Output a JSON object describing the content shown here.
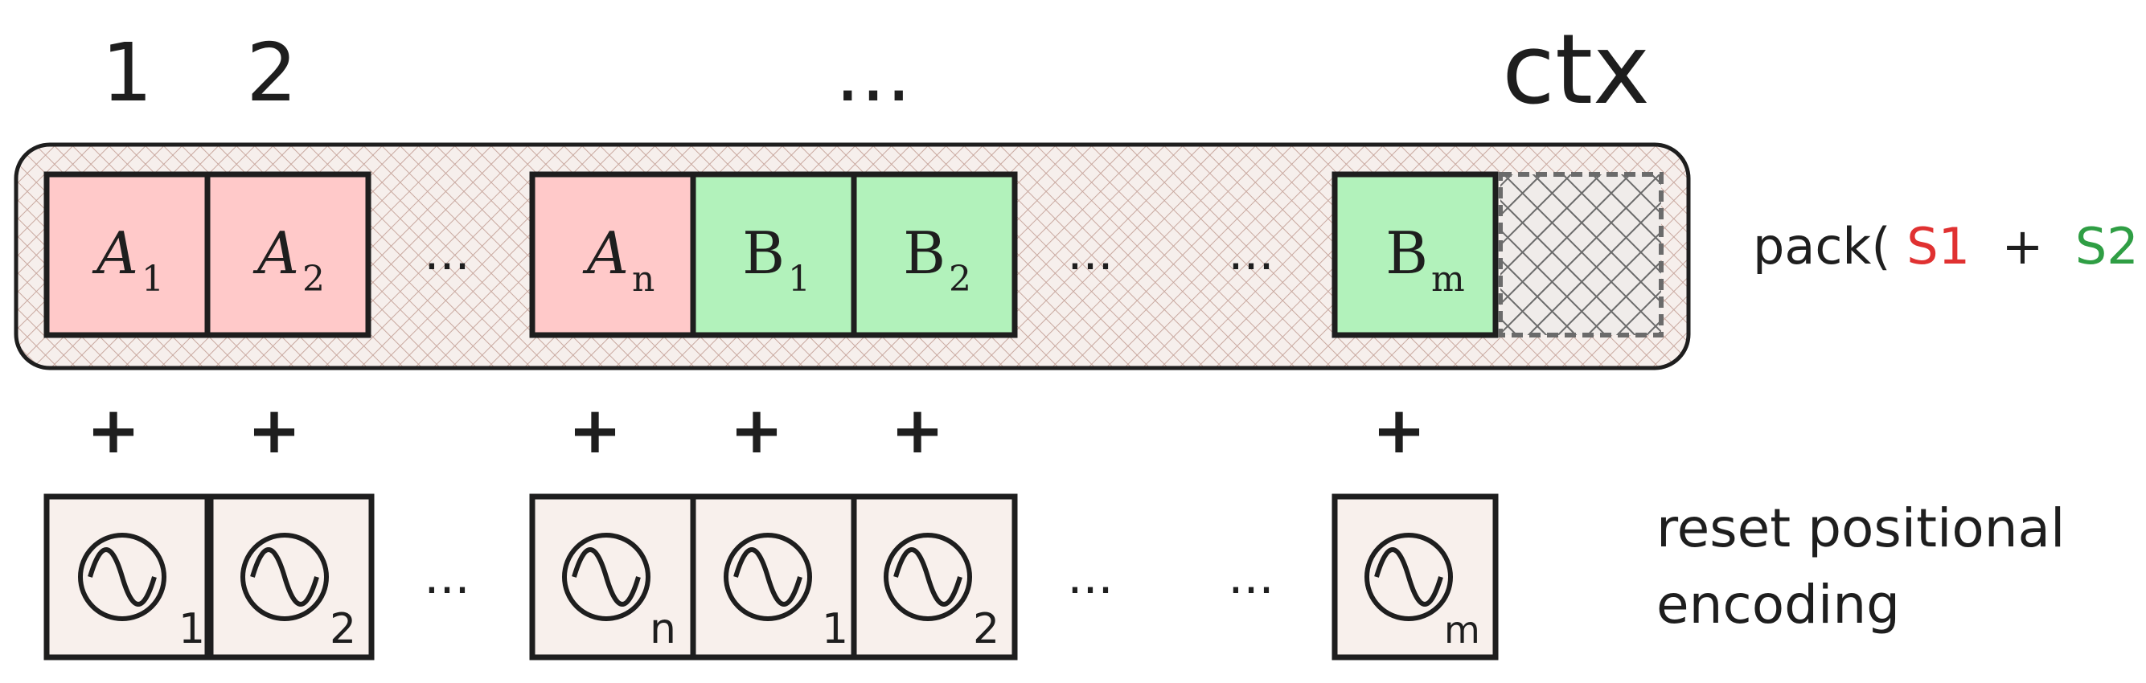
{
  "header_labels": {
    "first": "1",
    "second": "2",
    "middle_ellipsis": "...",
    "last": "ctx"
  },
  "tokens": [
    {
      "base": "A",
      "sub": "1",
      "group": "s1"
    },
    {
      "base": "A",
      "sub": "2",
      "group": "s1"
    },
    {
      "base": "A",
      "sub": "n",
      "group": "s1"
    },
    {
      "base": "B",
      "sub": "1",
      "group": "s2"
    },
    {
      "base": "B",
      "sub": "2",
      "group": "s2"
    },
    {
      "base": "B",
      "sub": "m",
      "group": "s2"
    }
  ],
  "plus_sign": "+",
  "ellipsis": "...",
  "positional_subs": [
    "1",
    "2",
    "n",
    "1",
    "2",
    "m"
  ],
  "pack_label": {
    "prefix": "pack(",
    "s1": "S1",
    "plus": " + ",
    "s2": "S2",
    "suffix": ")"
  },
  "positional_caption": {
    "line1": "reset positional",
    "line2": "encoding"
  },
  "colors": {
    "s1_fill": "#ffc9c9",
    "s2_fill": "#b2f2bb",
    "s1_text": "#e03131",
    "s2_text": "#2f9e44",
    "stroke": "#1e1e1e",
    "pe_fill": "#f8f0ec",
    "hatch": "#c9a9a0"
  }
}
